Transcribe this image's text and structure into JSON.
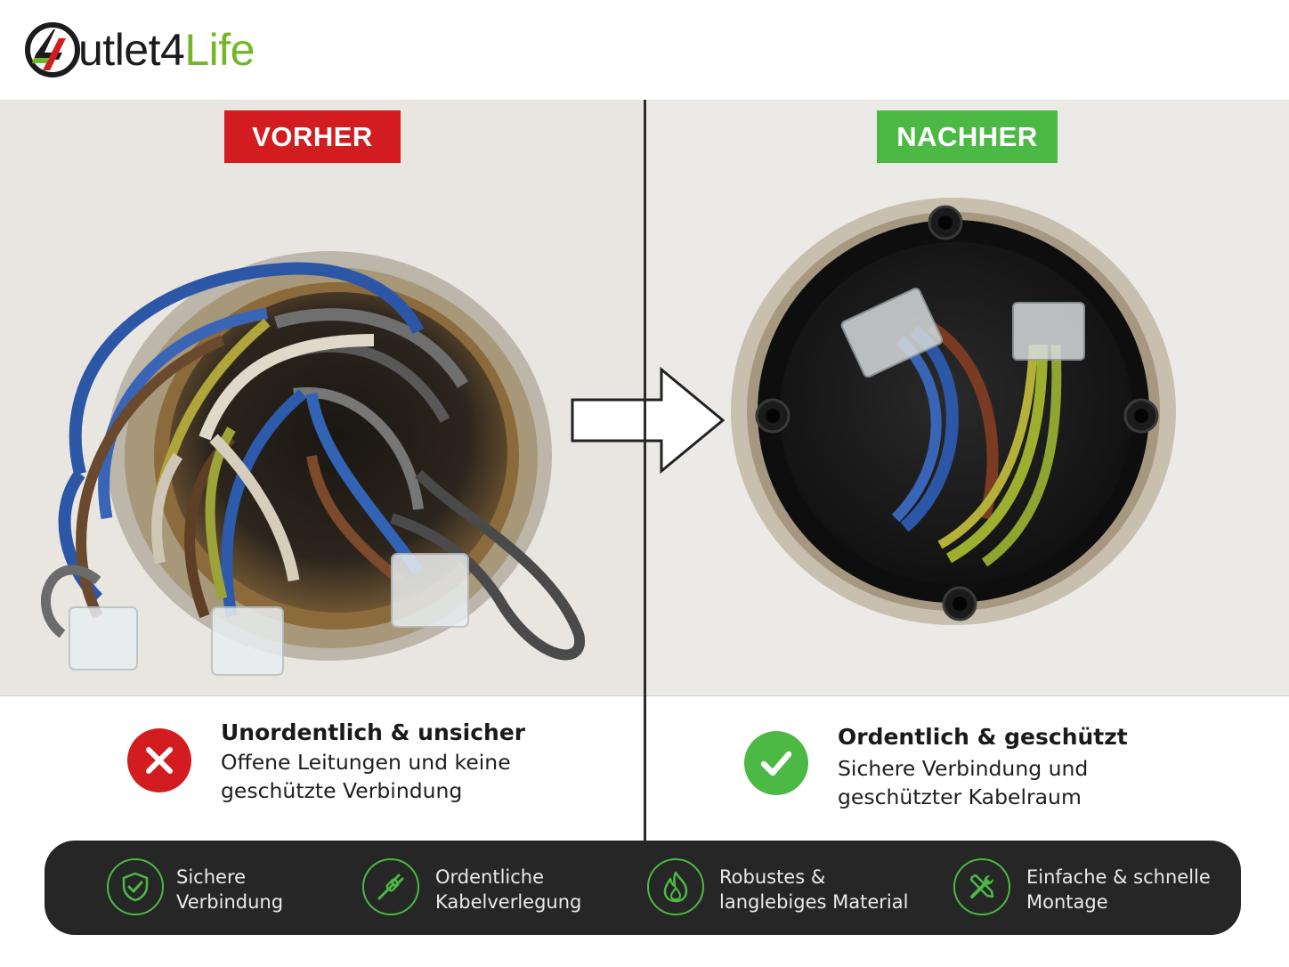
{
  "brand": {
    "name_part1": "utlet4",
    "name_part2": "Life",
    "logo_icon": "outlet4life-logo-icon",
    "colors": {
      "dark": "#1c1c1c",
      "green": "#74b62a",
      "red": "#d21c1f"
    }
  },
  "before": {
    "badge": "VORHER",
    "badge_color": "#d21c1f",
    "title": "Unordentlich & unsicher",
    "line1": "Offene Leitungen und keine",
    "line2": "geschützte Verbindung",
    "status_icon": "x-mark-icon"
  },
  "after": {
    "badge": "NACHHER",
    "badge_color": "#4bb944",
    "title": "Ordentlich & geschützt",
    "line1": "Sichere Verbindung und",
    "line2": "geschützter Kabelraum",
    "status_icon": "check-mark-icon"
  },
  "transition_icon": "arrow-right-icon",
  "features": [
    {
      "icon": "shield-check-icon",
      "line1": "Sichere",
      "line2": "Verbindung"
    },
    {
      "icon": "cable-icon",
      "line1": "Ordentliche",
      "line2": "Kabelverlegung"
    },
    {
      "icon": "flame-icon",
      "line1": "Robustes &",
      "line2": "langlebiges Material"
    },
    {
      "icon": "tools-icon",
      "line1": "Einfache & schnelle",
      "line2": "Montage"
    }
  ]
}
